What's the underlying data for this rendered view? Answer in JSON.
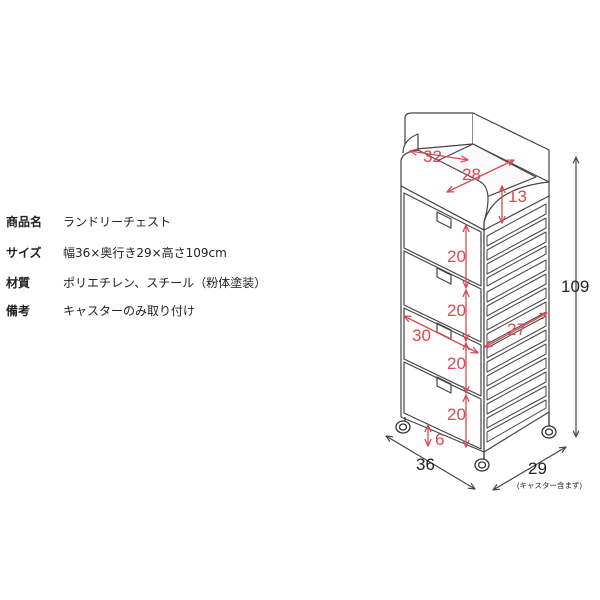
{
  "spec": {
    "rows": [
      {
        "label": "商品名",
        "value": "ランドリーチェスト"
      },
      {
        "label": "サイズ",
        "value": "幅36×奥行き29×高さ109cm"
      },
      {
        "label": "材質",
        "value": "ポリエチレン、スチール（粉体塗装）"
      },
      {
        "label": "備考",
        "value": "キャスターのみ取り付け"
      }
    ]
  },
  "dims": {
    "tray_width": "32",
    "tray_depth": "28",
    "tray_height": "13",
    "drawer_heights": [
      "20",
      "20",
      "20",
      "20"
    ],
    "drawer_width": "30",
    "drawer_depth": "27",
    "caster_height": "6",
    "total_height": "109",
    "outer_width": "36",
    "outer_depth": "29",
    "outer_depth_note": "(キャスター含まず)"
  },
  "colors": {
    "accent": "#d94a52",
    "line": "#444444"
  }
}
